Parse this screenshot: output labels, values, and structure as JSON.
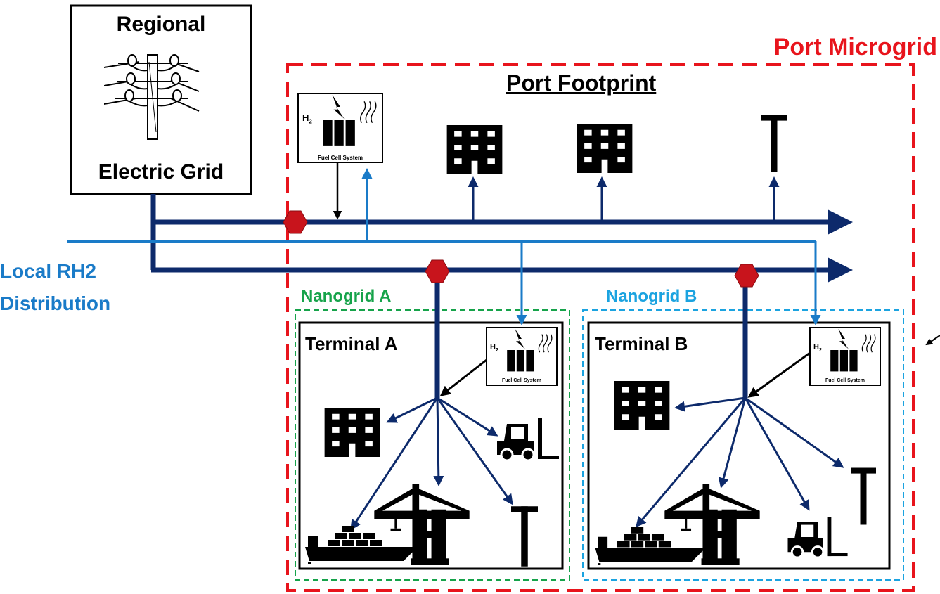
{
  "regional_grid": {
    "line1": "Regional",
    "line2": "Electric Grid"
  },
  "port_microgrid": {
    "label": "Port Microgrid"
  },
  "port_footprint": {
    "label": "Port Footprint"
  },
  "rh2": {
    "line1": "Local RH2",
    "line2": "Distribution"
  },
  "nanogrid_a": {
    "label": "Nanogrid A",
    "terminal": "Terminal A"
  },
  "nanogrid_b": {
    "label": "Nanogrid B",
    "terminal": "Terminal B"
  },
  "fuel_cell": {
    "h2": "H",
    "sub": "2",
    "caption": "Fuel Cell System"
  },
  "colors": {
    "microgrid": "#e8141c",
    "electric_bus": "#0d2a6b",
    "rh2_line": "#1a7bc8",
    "nanogrid_a": "#16a34a",
    "nanogrid_b": "#1ba3e0",
    "breaker": "#c8141c"
  }
}
